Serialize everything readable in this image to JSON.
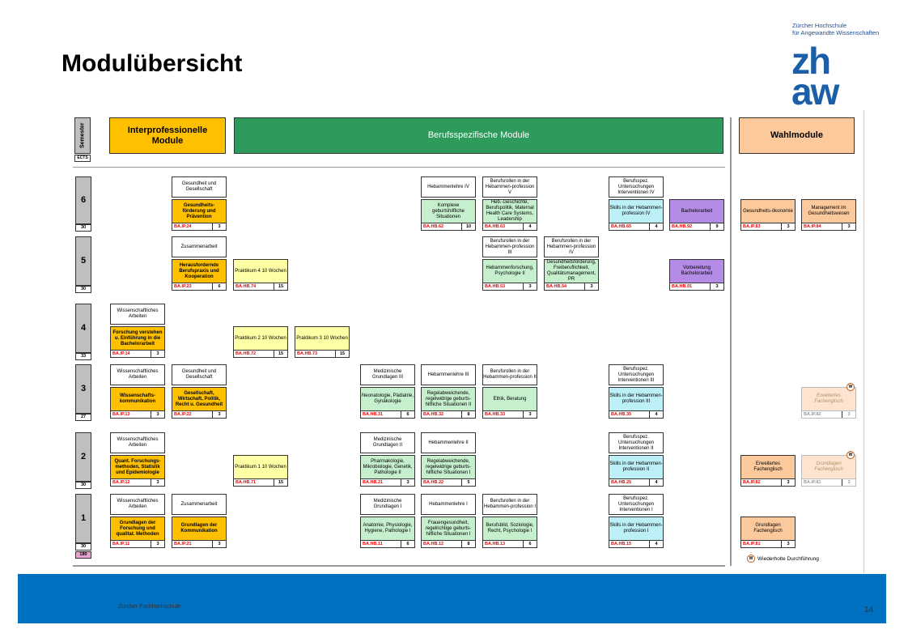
{
  "slide_title": "Modulübersicht",
  "institution": [
    "Zürcher Hochschule",
    "für Angewandte Wissenschaften"
  ],
  "logo_text": [
    "zh",
    "aw"
  ],
  "headers": {
    "semester": "Semester",
    "ects": "ECTS",
    "interprof": "Interprofessionelle Module",
    "berufs": "Berufsspezifische Module",
    "wahl": "Wahlmodule"
  },
  "semesters": [
    {
      "num": "6",
      "ects": "30"
    },
    {
      "num": "5",
      "ects": "30"
    },
    {
      "num": "4",
      "ects": "33"
    },
    {
      "num": "3",
      "ects": "27"
    },
    {
      "num": "2",
      "ects": "30"
    },
    {
      "num": "1",
      "ects": "30"
    }
  ],
  "total_ects": "180",
  "modules": [
    {
      "id": "t6a",
      "title": "Gesundheit und Gesellschaft"
    },
    {
      "id": "m6a",
      "title": "Gesundheits-förderung und Prävention",
      "code": "BA.IP.24",
      "ects": "3",
      "color": "#ffc000"
    },
    {
      "id": "t6b",
      "title": "Hebammenlehre IV"
    },
    {
      "id": "m6b",
      "title": "Komplexe geburtshilfliche Situationen",
      "code": "BA.HB.62",
      "ects": "10",
      "color": "#c6efce"
    },
    {
      "id": "t6c",
      "title": "Berufsrollen in der Hebammen-profession V"
    },
    {
      "id": "m6c",
      "title": "Heb.-Geschichte, Berufspolitik, Maternal Health Care Systems, Leadership",
      "code": "BA.HB.63",
      "ects": "4",
      "color": "#c6efce"
    },
    {
      "id": "t6d",
      "title": "Berufsspez. Untersuchungen Interventionen IV"
    },
    {
      "id": "m6d",
      "title": "Skills in der Hebammen-profession IV",
      "code": "BA.HB.65",
      "ects": "4",
      "color": "#bdeff7"
    },
    {
      "id": "m6e",
      "title": "Bachelorarbeit",
      "code": "BA.HB.92",
      "ects": "9",
      "color": "#b48ce6"
    },
    {
      "id": "m6f",
      "title": "Gesundheits-ökonomie",
      "code": "BA.IP.83",
      "ects": "3",
      "color": "#fcc99c"
    },
    {
      "id": "m6g",
      "title": "Management im Gesundheitswesen",
      "code": "BA.IP.84",
      "ects": "3",
      "color": "#fcc99c"
    },
    {
      "id": "t5a",
      "title": "Zusammenarbeit"
    },
    {
      "id": "m5a",
      "title": "Herausfordernde Berufspraxis und Kooperation",
      "code": "BA.IP.23",
      "ects": "6",
      "color": "#ffc000"
    },
    {
      "id": "m5b",
      "title": "Praktikum 4 10 Wochen",
      "code": "BA.HB.74",
      "ects": "15",
      "color": "#ffffa6"
    },
    {
      "id": "t5c",
      "title": "Berufsrollen in der Hebammen-profession III"
    },
    {
      "id": "m5c",
      "title": "Hebammenforschung, Psychologie II",
      "code": "BA.HB.53",
      "ects": "3",
      "color": "#c6efce"
    },
    {
      "id": "t5d",
      "title": "Berufsrollen in der Hebammen-profession IV"
    },
    {
      "id": "m5d",
      "title": "Gesundheitsförderung, Freiberuflichkeit, Qualitätsmanagement, PR",
      "code": "BA.HB.54",
      "ects": "3",
      "color": "#c6efce"
    },
    {
      "id": "m5e",
      "title": "Vorbereitung Bachelorarbeit",
      "code": "BA.HB.91",
      "ects": "3",
      "color": "#b48ce6"
    },
    {
      "id": "t4a",
      "title": "Wissenschaftliches Arbeiten"
    },
    {
      "id": "m4a",
      "title": "Forschung verstehen u. Einführung in die Bachelorarbeit",
      "code": "BA.IP.14",
      "ects": "3",
      "color": "#ffc000"
    },
    {
      "id": "m4b",
      "title": "Praktikum 2 10 Wochen",
      "code": "BA.HB.72",
      "ects": "15",
      "color": "#ffffa6"
    },
    {
      "id": "m4c",
      "title": "Praktikum 3 10 Wochen",
      "code": "BA.HB.73",
      "ects": "15",
      "color": "#ffffa6"
    },
    {
      "id": "t3a",
      "title": "Wissenschaftliches Arbeiten"
    },
    {
      "id": "m3a",
      "title": "Wissenschafts-kommunikation",
      "code": "BA.IP.13",
      "ects": "3",
      "color": "#ffc000"
    },
    {
      "id": "t3b",
      "title": "Gesundheit und Gesellschaft"
    },
    {
      "id": "m3b",
      "title": "Gesellschaft, Wirtschaft, Politik, Recht u. Gesundheit",
      "code": "BA.IP.22",
      "ects": "3",
      "color": "#ffc000"
    },
    {
      "id": "t3c",
      "title": "Medizinische Grundlagen III"
    },
    {
      "id": "m3c",
      "title": "Neonatologie, Pädiatrie, Gynäkologie",
      "code": "BA.HB.31",
      "ects": "6",
      "color": "#c6efce"
    },
    {
      "id": "t3d",
      "title": "Hebammenlehre III"
    },
    {
      "id": "m3d",
      "title": "Regelabweichende, regelwidrige geburts-hilfliche Situationen II",
      "code": "BA.HB.32",
      "ects": "8",
      "color": "#c6efce"
    },
    {
      "id": "t3e",
      "title": "Berufsrollen in der Hebammen-profession II"
    },
    {
      "id": "m3e",
      "title": "Ethik, Beratung",
      "code": "BA.HB.33",
      "ects": "3",
      "color": "#c6efce"
    },
    {
      "id": "t3f",
      "title": "Berufsspez. Untersuchungen Interventionen III"
    },
    {
      "id": "m3f",
      "title": "Skills in der Hebammen-profession III",
      "code": "BA.HB.35",
      "ects": "4",
      "color": "#bdeff7"
    },
    {
      "id": "m3g",
      "title": "Erweitertes Fachenglisch",
      "code": "BA.IP.82",
      "ects": "3",
      "color": "#fde4d0",
      "faded": true
    },
    {
      "id": "t2a",
      "title": "Wissenschaftliches Arbeiten"
    },
    {
      "id": "m2a",
      "title": "Quant. Forschungs-methoden, Statistik und Epidemiologie",
      "code": "BA.IP.12",
      "ects": "3",
      "color": "#ffc000"
    },
    {
      "id": "m2b",
      "title": "Praktikum 1 10 Wochen",
      "code": "BA.HB.71",
      "ects": "15",
      "color": "#ffffa6"
    },
    {
      "id": "t2c",
      "title": "Medizinische Grundlagen II"
    },
    {
      "id": "m2c",
      "title": "Pharmakologie, Mikrobiologie, Genetik, Pathologie II",
      "code": "BA.HB.21",
      "ects": "3",
      "color": "#c6efce"
    },
    {
      "id": "t2d",
      "title": "Hebammenlehre II"
    },
    {
      "id": "m2d",
      "title": "Regelabweichende, regelwidrige geburts-hilfliche Situationen I",
      "code": "BA.HB.22",
      "ects": "5",
      "color": "#c6efce"
    },
    {
      "id": "t2f",
      "title": "Berufsspez. Untersuchungen Interventionen II"
    },
    {
      "id": "m2f",
      "title": "Skills in der Hebammen-profession II",
      "code": "BA.HB.25",
      "ects": "4",
      "color": "#bdeff7"
    },
    {
      "id": "m2g",
      "title": "Erweitertes Fachenglisch",
      "code": "BA.IP.82",
      "ects": "3",
      "color": "#fcc99c"
    },
    {
      "id": "m2h",
      "title": "Grundlagen Fachenglisch",
      "code": "BA.IP.81",
      "ects": "3",
      "color": "#fde4d0",
      "faded": true
    },
    {
      "id": "t1a",
      "title": "Wissenschaftliches Arbeiten"
    },
    {
      "id": "m1a",
      "title": "Grundlagen der Forschung und qualitat. Methoden",
      "code": "BA.IP.11",
      "ects": "3",
      "color": "#ffc000"
    },
    {
      "id": "t1b",
      "title": "Zusammenarbeit"
    },
    {
      "id": "m1b",
      "title": "Grundlagen der Kommunikation",
      "code": "BA.IP.21",
      "ects": "3",
      "color": "#ffc000"
    },
    {
      "id": "t1c",
      "title": "Medizinische Grundlagen I"
    },
    {
      "id": "m1c",
      "title": "Anatomie, Physiologie, Hygiene, Pathologie I",
      "code": "BA.HB.11",
      "ects": "6",
      "color": "#c6efce"
    },
    {
      "id": "t1d",
      "title": "Hebammenlehre I"
    },
    {
      "id": "m1d",
      "title": "Frauengesundheit, regelrichtige geburts-hilfliche Situationen I",
      "code": "BA.HB.12",
      "ects": "8",
      "color": "#c6efce"
    },
    {
      "id": "t1e",
      "title": "Berufsrollen in der Hebammen-profession I"
    },
    {
      "id": "m1e",
      "title": "Berufsbild, Soziologie, Recht, Psychologie I",
      "code": "BA.HB.13",
      "ects": "6",
      "color": "#c6efce"
    },
    {
      "id": "t1f",
      "title": "Berufsspez. Untersuchungen Interventionen I"
    },
    {
      "id": "m1f",
      "title": "Skills in der Hebammen-profession I",
      "code": "BA.HB.15",
      "ects": "4",
      "color": "#bdeff7"
    },
    {
      "id": "m1g",
      "title": "Grundlagen Fachenglisch",
      "code": "BA.IP.81",
      "ects": "3",
      "color": "#fcc99c"
    }
  ],
  "legend": "Wiederholte Durchführung",
  "legend_mark": "W",
  "footer": {
    "name": "Zürcher Fachhochschule",
    "page": "14"
  }
}
